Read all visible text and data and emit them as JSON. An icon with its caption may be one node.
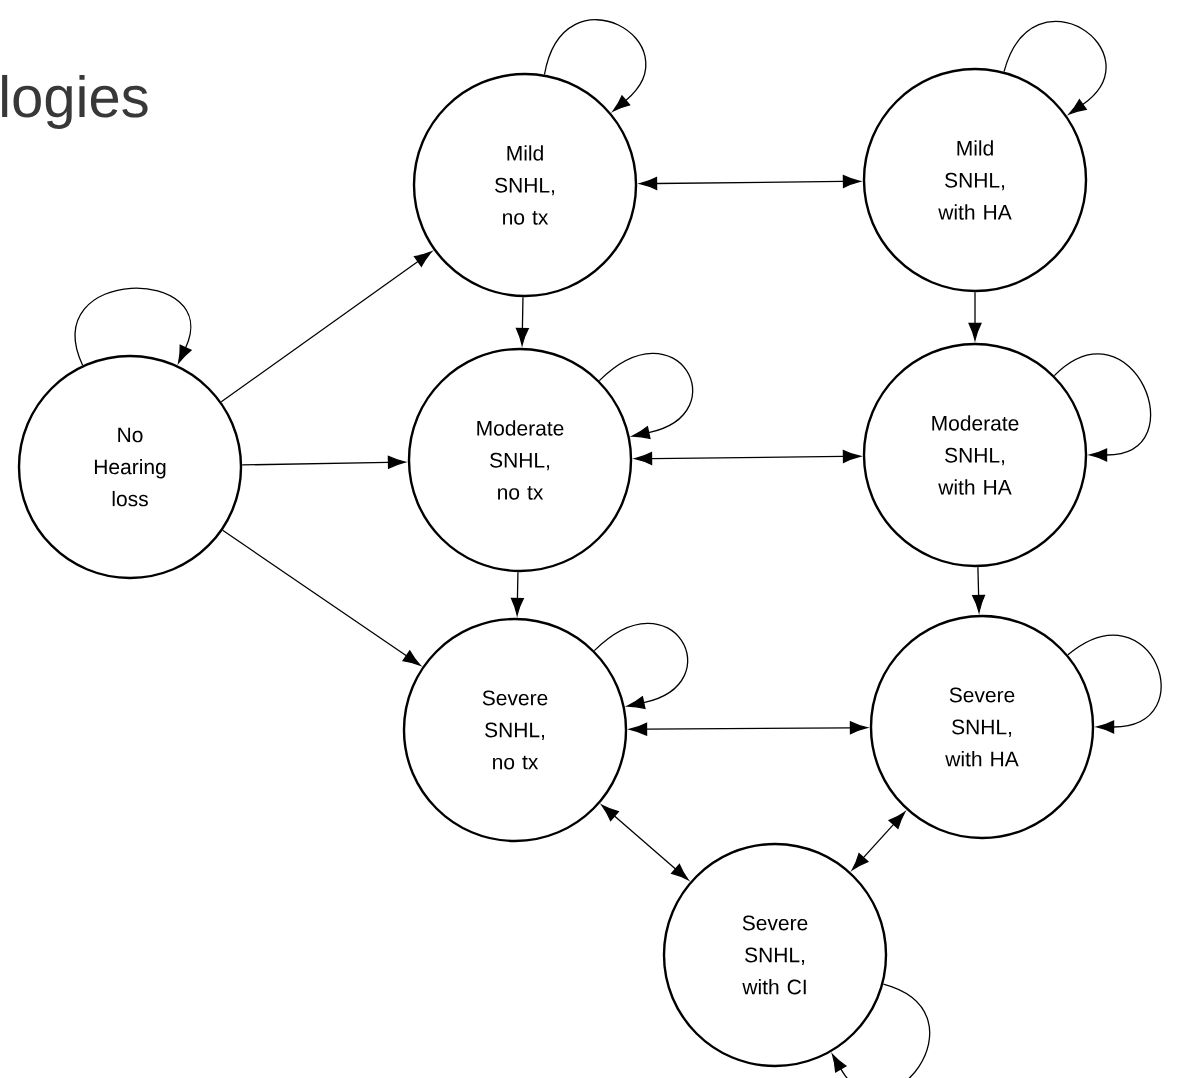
{
  "diagram": {
    "title": "logies",
    "nodes": [
      {
        "text": [
          "No Hearing loss"
        ]
      },
      {
        "text": [
          "Mild SNHL, no tx"
        ]
      },
      {
        "text": [
          "Mild SNHL, with HA"
        ]
      },
      {
        "text": [
          "Moderate SNHL, no tx"
        ]
      },
      {
        "text": [
          "Moderate SNHL, with HA"
        ]
      },
      {
        "text": [
          "Severe SNHL, no tx"
        ]
      },
      {
        "text": [
          "Severe SNHL, with HA"
        ]
      },
      {
        "text": [
          "Severe SNHL, with CI"
        ]
      }
    ],
    "edges": [
      {
        "from": 0,
        "to": 0,
        "arrow": "to"
      },
      {
        "from": 1,
        "to": 1,
        "arrow": "to"
      },
      {
        "from": 2,
        "to": 2,
        "arrow": "to"
      },
      {
        "from": 3,
        "to": 3,
        "arrow": "to"
      },
      {
        "from": 4,
        "to": 4,
        "arrow": "to"
      },
      {
        "from": 5,
        "to": 5,
        "arrow": "to"
      },
      {
        "from": 6,
        "to": 6,
        "arrow": "to"
      },
      {
        "from": 7,
        "to": 7,
        "arrow": "to"
      },
      {
        "from": 0,
        "to": 1,
        "arrow": "to"
      },
      {
        "from": 0,
        "to": 3,
        "arrow": "to"
      },
      {
        "from": 0,
        "to": 5,
        "arrow": "to"
      },
      {
        "from": 1,
        "to": 3,
        "arrow": "to"
      },
      {
        "from": 3,
        "to": 5,
        "arrow": "to"
      },
      {
        "from": 2,
        "to": 4,
        "arrow": "to"
      },
      {
        "from": 4,
        "to": 6,
        "arrow": "to"
      },
      {
        "from": 1,
        "to": 2,
        "arrow": "both"
      },
      {
        "from": 3,
        "to": 4,
        "arrow": "both"
      },
      {
        "from": 5,
        "to": 6,
        "arrow": "both"
      },
      {
        "from": 5,
        "to": 7,
        "arrow": "both"
      },
      {
        "from": 6,
        "to": 7,
        "arrow": "both"
      }
    ]
  }
}
